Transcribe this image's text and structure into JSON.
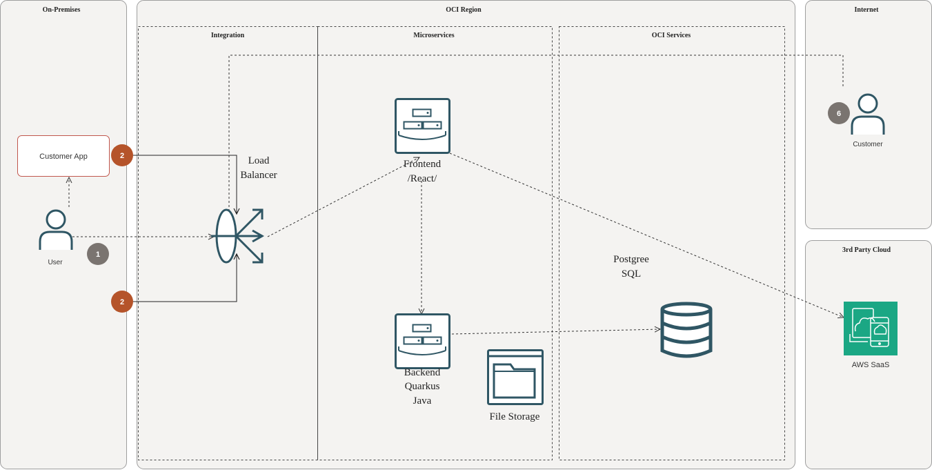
{
  "zones": {
    "on_premises": "On-Premises",
    "oci_region": "OCI Region",
    "internet": "Internet",
    "third_party_cloud": "3rd Party Cloud"
  },
  "subzones": {
    "integration": "Integration",
    "microservices": "Microservices",
    "oci_services": "OCI Services"
  },
  "nodes": {
    "customer_app": "Customer App",
    "user": "User",
    "customer": "Customer",
    "load_balancer": [
      "Load",
      "Balancer"
    ],
    "frontend": [
      "Frontend",
      "/React/"
    ],
    "backend": [
      "Backend",
      "Quarkus",
      "Java"
    ],
    "postgres": [
      "Postgree",
      "SQL"
    ],
    "file_storage": "File Storage",
    "aws_saas": "AWS SaaS"
  },
  "badges": {
    "step1": "1",
    "step2_top": "2",
    "step2_bottom": "2",
    "step6": "6"
  },
  "colors": {
    "zone_fill": "#f4f3f1",
    "zone_stroke": "#9e9e9e",
    "icon_stroke": "#2f5664",
    "badge_orange": "#b5542a",
    "badge_gray": "#7a7470",
    "customer_app_border": "#c0564c",
    "aws_green": "#1ba784"
  }
}
